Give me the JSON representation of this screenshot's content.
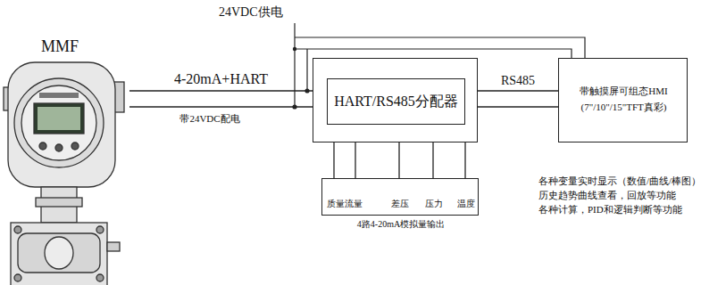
{
  "diagram": {
    "nodes": [
      {
        "text": [
          "MMF"
        ]
      },
      {
        "text": [
          "HART/RS485分配器"
        ]
      },
      {
        "text": [
          "质量流量",
          "差压",
          "压力",
          "温度",
          "4路4-20mA模拟量输出"
        ]
      },
      {
        "text": [
          "带触摸屏可组态HMI",
          "(7\"/10\"/15\"TFT真彩)"
        ]
      }
    ],
    "edges": [
      {
        "from": 0,
        "to": 1,
        "arrow": "none",
        "label": "4-20mA+HART"
      },
      {
        "from": 1,
        "to": 3,
        "arrow": "none",
        "label": "RS485"
      },
      {
        "from": 1,
        "to": 2,
        "arrow": "none"
      }
    ],
    "labels": [
      "24VDC供电",
      "带24VDC配电",
      "各种变量实时显示（数值/曲线/棒图）",
      "历史趋势曲线查看，回放等功能",
      "各种计算，PID和逻辑判断等功能"
    ]
  }
}
